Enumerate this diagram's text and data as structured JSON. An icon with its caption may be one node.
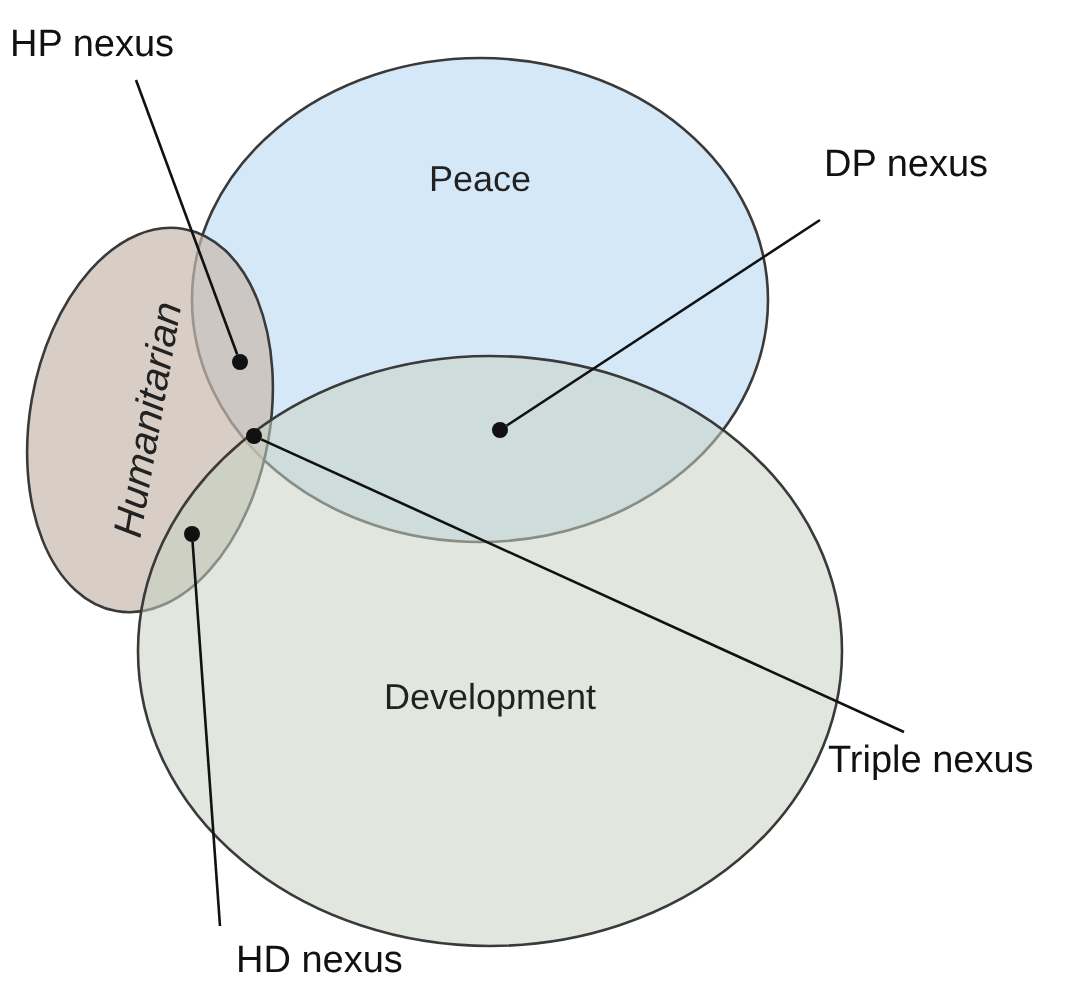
{
  "diagram": {
    "nodes": [
      {
        "text": [
          "HP nexus"
        ]
      },
      {
        "text": [
          "Peace"
        ]
      },
      {
        "text": [
          "DP nexus"
        ]
      },
      {
        "text": [
          "Humanitarian"
        ]
      },
      {
        "text": [
          "Development"
        ]
      },
      {
        "text": [
          "Triple nexus"
        ]
      },
      {
        "text": [
          "HD nexus"
        ]
      },
      {
        "text": [],
        "shape": "circle"
      },
      {
        "text": [],
        "shape": "circle"
      },
      {
        "text": [],
        "shape": "circle"
      },
      {
        "text": [],
        "shape": "circle"
      }
    ],
    "edges": [
      {
        "from": 0,
        "to": 7,
        "arrow": "none"
      },
      {
        "from": 2,
        "to": 8,
        "arrow": "none"
      },
      {
        "from": 5,
        "to": 9,
        "arrow": "none"
      },
      {
        "from": 6,
        "to": 10,
        "arrow": "none"
      }
    ]
  }
}
